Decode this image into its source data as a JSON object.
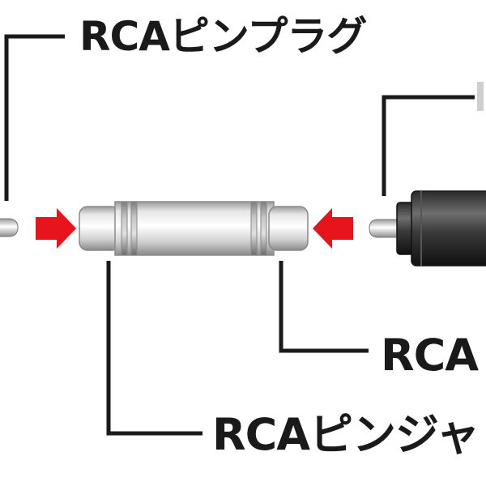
{
  "labels": {
    "rca_pin_plug": "RCAピンプラグ",
    "rca_right": "RCA",
    "rca_pin_jack": "RCAピンジャ"
  },
  "colors": {
    "arrow": "#e8141c",
    "line": "#1a1a1a",
    "background": "#ffffff"
  }
}
